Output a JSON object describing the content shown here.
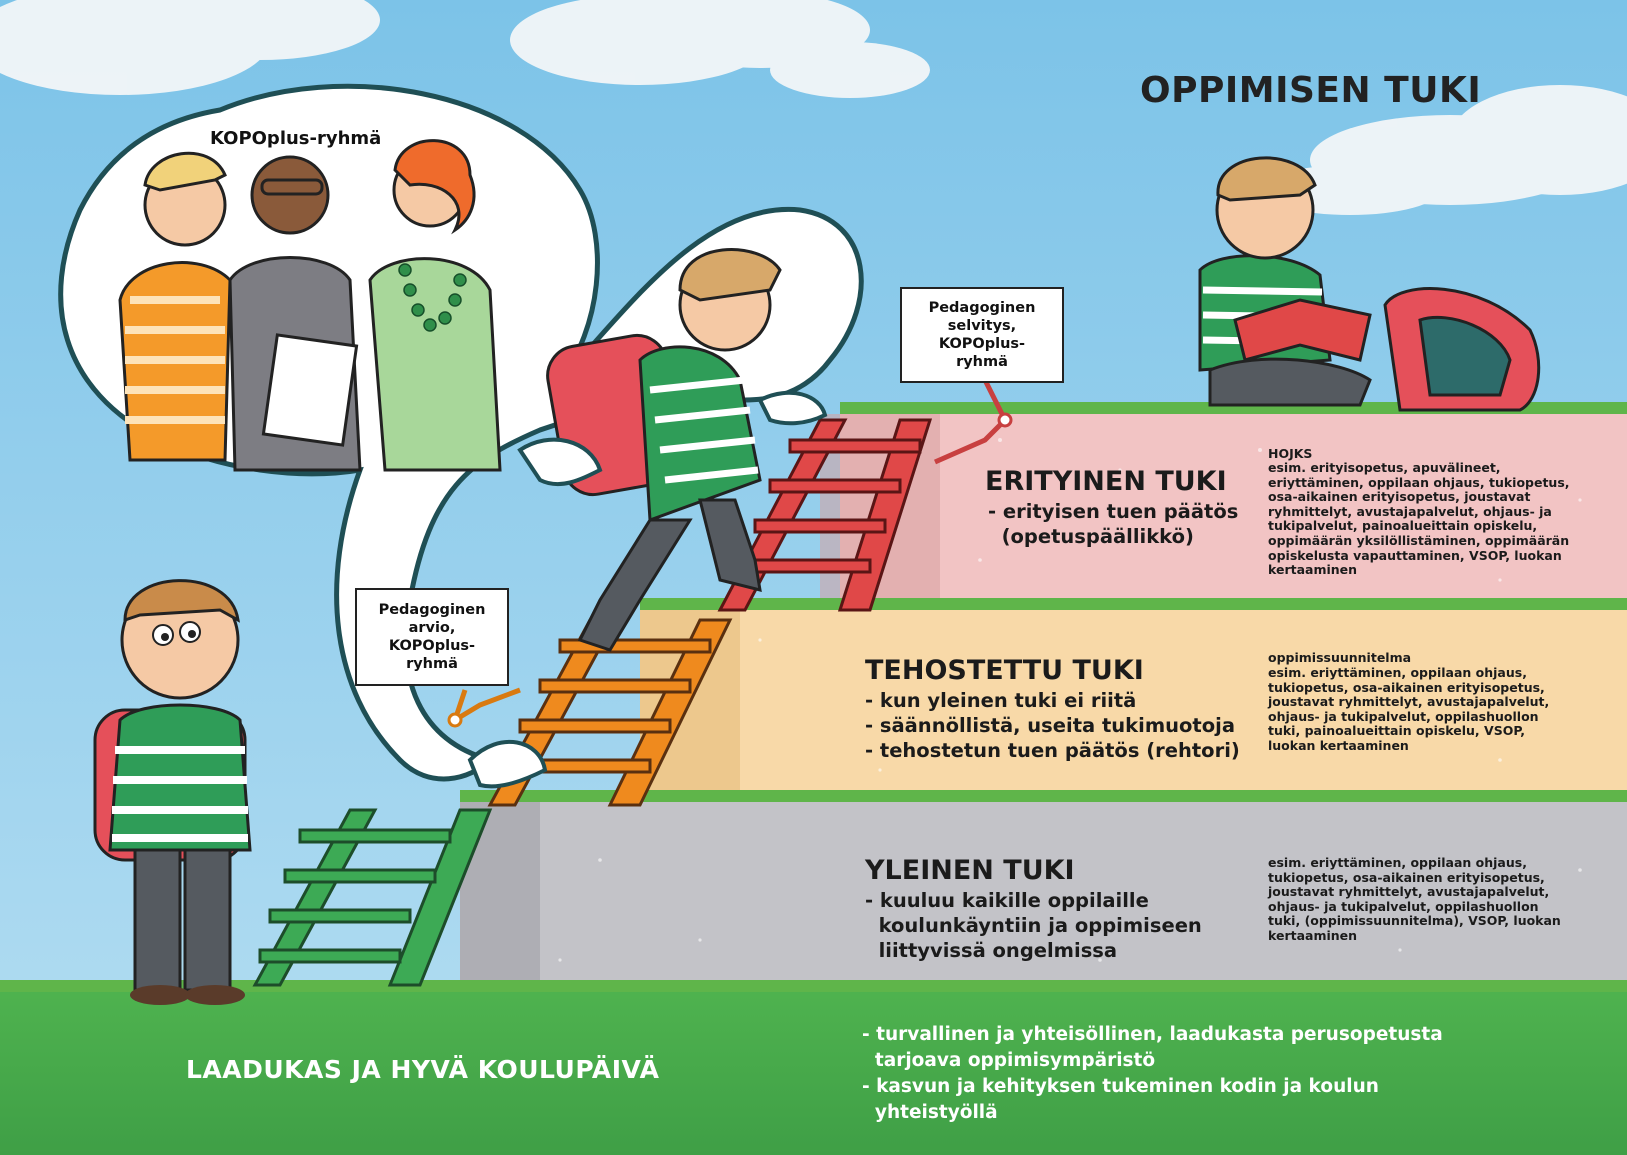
{
  "title": "OPPIMISEN TUKI",
  "bubble_title": "KOPOplus-ryhmä",
  "tag_upper": [
    "Pedagoginen",
    "selvitys,",
    "KOPOplus-",
    "ryhmä"
  ],
  "tag_lower": [
    "Pedagoginen",
    "arvio,",
    "KOPOplus-",
    "ryhmä"
  ],
  "levels": [
    {
      "title": "ERITYINEN TUKI",
      "lines": [
        "- erityisen tuen päätös",
        "  (opetuspäällikkö)"
      ],
      "side_heading": "HOJKS",
      "side_lines": [
        "esim. erityisopetus, apuvälineet,",
        "eriyttäminen, oppilaan ohjaus, tukiopetus,",
        "osa-aikainen erityisopetus, joustavat",
        "ryhmittelyt, avustajapalvelut, ohjaus- ja",
        "tukipalvelut, painoalueittain opiskelu,",
        "oppimäärän yksilöllistäminen, oppimäärän",
        "opiskelusta vapauttaminen, VSOP, luokan",
        "kertaaminen"
      ],
      "color": "#f2c4c4"
    },
    {
      "title": "TEHOSTETTU TUKI",
      "lines": [
        "- kun yleinen tuki ei riitä",
        "- säännöllistä, useita tukimuotoja",
        "- tehostetun tuen päätös (rehtori)"
      ],
      "side_heading": "oppimissuunnitelma",
      "side_lines": [
        "esim. eriyttäminen, oppilaan ohjaus,",
        "tukiopetus, osa-aikainen erityisopetus,",
        "joustavat ryhmittelyt, avustajapalvelut,",
        "ohjaus- ja tukipalvelut, oppilashuollon",
        "tuki, painoalueittain opiskelu, VSOP,",
        "luokan kertaaminen"
      ],
      "color": "#f8d9a8"
    },
    {
      "title": "YLEINEN TUKI",
      "lines": [
        "- kuuluu kaikille oppilaille",
        "  koulunkäyntiin ja oppimiseen",
        "  liittyvissä ongelmissa"
      ],
      "side_heading": "",
      "side_lines": [
        "esim. eriyttäminen, oppilaan ohjaus,",
        "tukiopetus, osa-aikainen erityisopetus,",
        "joustavat ryhmittelyt, avustajapalvelut,",
        "ohjaus- ja tukipalvelut, oppilashuollon",
        "tuki, (oppimissuunnitelma), VSOP, luokan",
        "kertaaminen"
      ],
      "color": "#c3c3c8"
    }
  ],
  "ground": {
    "title": "LAADUKAS JA HYVÄ KOULUPÄIVÄ",
    "lines": [
      "- turvallinen ja yhteisöllinen, laadukasta perusopetusta",
      "  tarjoava oppimisympäristö",
      "- kasvun ja kehityksen tukeminen kodin ja koulun",
      "  yhteistyöllä"
    ]
  },
  "colors": {
    "sky": "#8fcdeb",
    "grass": "#4caf4f",
    "ladder_green": "#3daa55",
    "ladder_orange": "#ef8a1e",
    "ladder_red": "#e04848",
    "bubble_outline": "#1f4f55"
  }
}
